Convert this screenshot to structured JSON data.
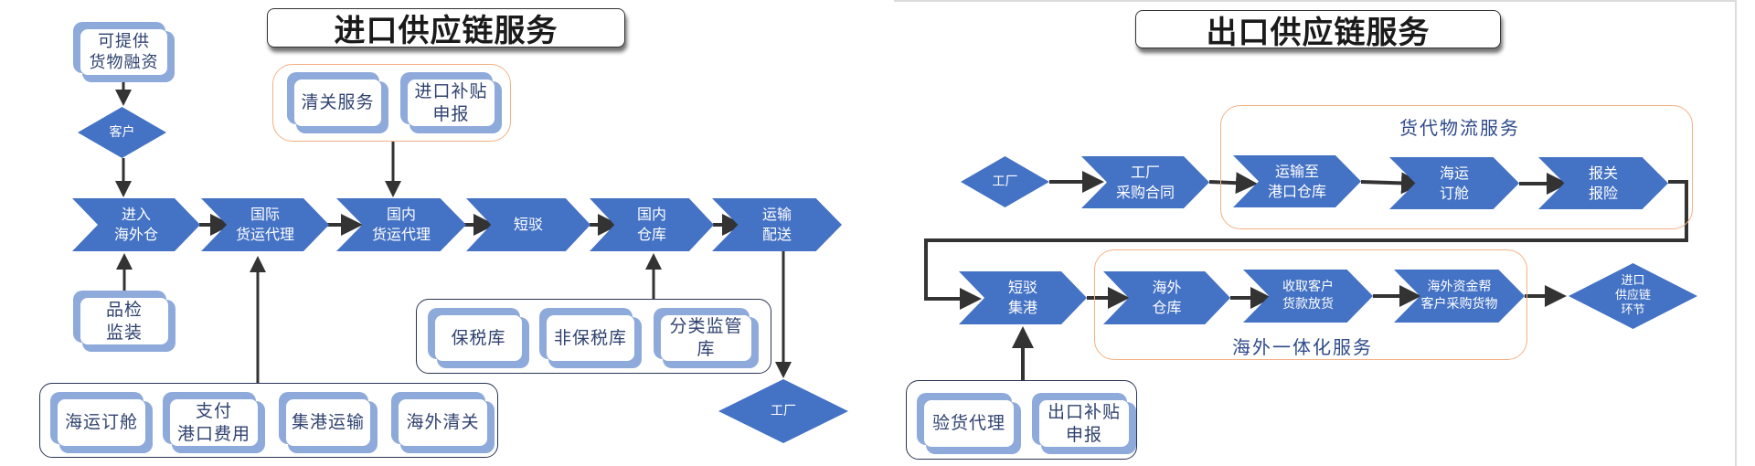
{
  "colors": {
    "chevron_fill": "#4472c4",
    "card_accent": "#8eaadb",
    "card_text": "#2f4270",
    "group_border_orange": "#f4b183",
    "group_border_dark": "#2b3556",
    "arrow": "#333333"
  },
  "import": {
    "title": "进口供应链服务",
    "financing_card": "可提供\n货物融资",
    "customer_diamond": "客户",
    "chain": [
      "进入\n海外仓",
      "国际\n货运代理",
      "国内\n货运代理",
      "短驳",
      "国内\n仓库",
      "运输\n配送"
    ],
    "top_group": [
      "清关服务",
      "进口补贴\n申报"
    ],
    "inspection_card": "品检\n监装",
    "bottom_group": [
      "海运订舱",
      "支付\n港口费用",
      "集港运输",
      "海外清关"
    ],
    "warehouse_group": [
      "保税库",
      "非保税库",
      "分类监管\n库"
    ],
    "factory_diamond": "工厂"
  },
  "export": {
    "title": "出口供应链服务",
    "factory_diamond": "工厂",
    "row1": [
      "工厂\n采购合同",
      "运输至\n港口仓库",
      "海运\n订舱",
      "报关\n报险"
    ],
    "freight_group_label": "货代物流服务",
    "row2": [
      "短驳\n集港",
      "海外\n仓库",
      "收取客户\n货款放货",
      "海外资金帮\n客户采购货物"
    ],
    "overseas_group_label": "海外一体化服务",
    "end_diamond": "进口\n供应链\n环节",
    "bottom_group": [
      "验货代理",
      "出口补贴\n申报"
    ]
  }
}
